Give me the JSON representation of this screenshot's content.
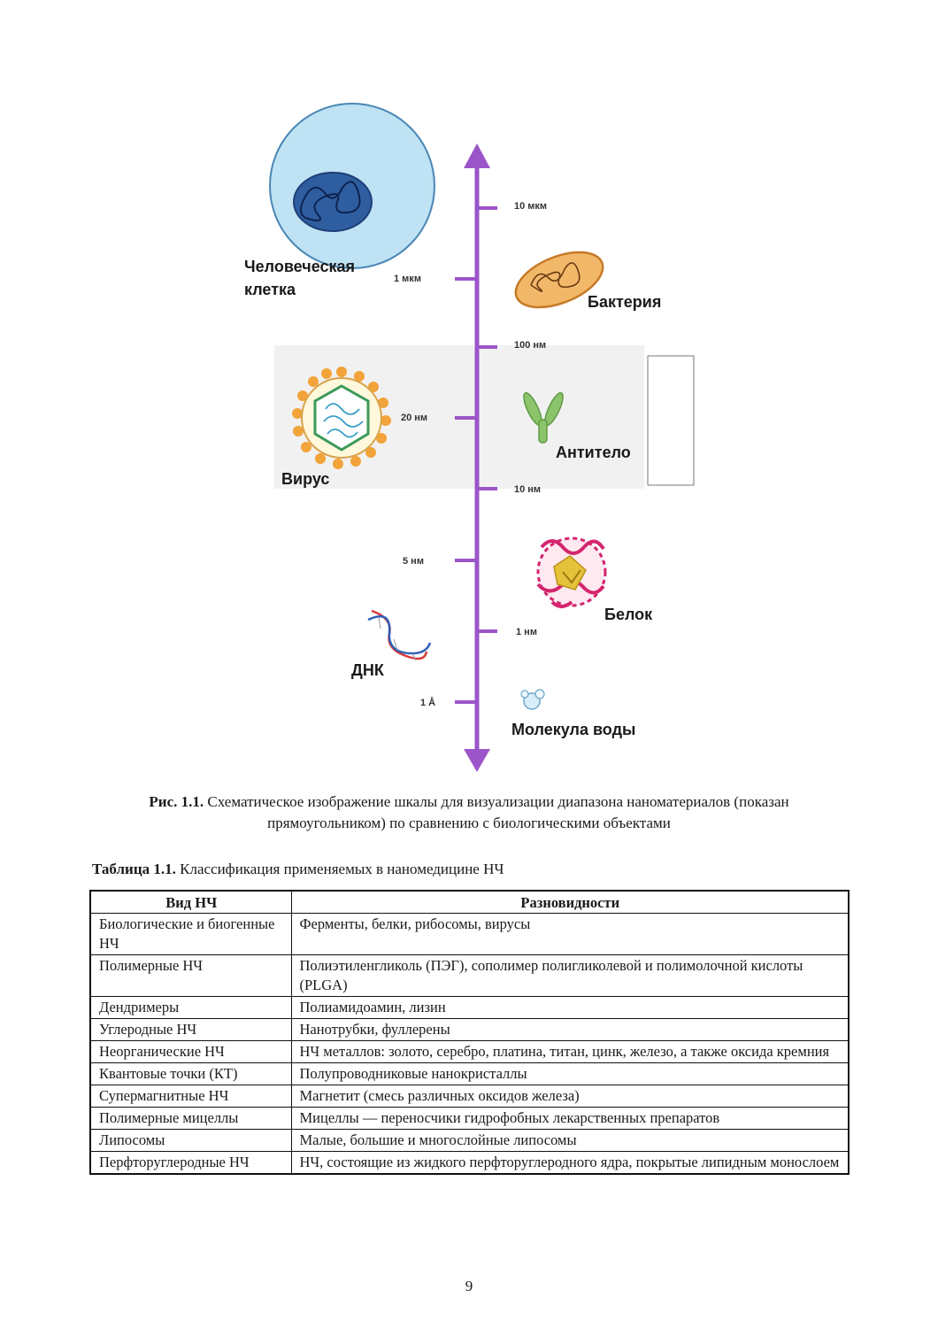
{
  "figure": {
    "labels": {
      "cell": [
        "Человеческая",
        "клетка"
      ],
      "bacteria": "Бактерия",
      "virus": "Вирус",
      "antibody": "Антитело",
      "protein": "Белок",
      "dna": "ДНК",
      "water": "Молекула воды"
    },
    "ticks": [
      "10 мкм",
      "1 мкм",
      "100 нм",
      "20 нм",
      "10 нм",
      "5 нм",
      "1 нм",
      "1 Å"
    ]
  },
  "caption": {
    "bold": "Рис. 1.1.",
    "text": " Схематическое изображение шкалы для визуализации диапазона наноматериалов (показан прямоугольником) по сравнению с биологическими объектами"
  },
  "table": {
    "title_bold": "Таблица 1.1.",
    "title_text": " Классификация применяемых в наномедицине НЧ",
    "headers": [
      "Вид НЧ",
      "Разновидности"
    ],
    "rows": [
      [
        "Биологические и биогенные НЧ",
        "Ферменты, белки, рибосомы, вирусы"
      ],
      [
        "Полимерные НЧ",
        "Полиэтиленгликоль (ПЭГ), сополимер полигликолевой и полимолочной кислоты (PLGA)"
      ],
      [
        "Дендримеры",
        "Полиамидоамин, лизин"
      ],
      [
        "Углеродные НЧ",
        "Нанотрубки, фуллерены"
      ],
      [
        "Неорганические НЧ",
        "НЧ металлов: золото, серебро, платина, титан, цинк, железо, а также оксида кремния"
      ],
      [
        "Квантовые точки (КТ)",
        "Полупроводниковые нанокристаллы"
      ],
      [
        "Супермагнитные НЧ",
        "Магнетит (смесь различных оксидов железа)"
      ],
      [
        "Полимерные мицеллы",
        "Мицеллы — переносчики гидрофобных лекарственных препаратов"
      ],
      [
        "Липосомы",
        "Малые, большие и многослойные липосомы"
      ],
      [
        "Перфторуглеродные НЧ",
        "НЧ, состоящие из жидкого перфторуглеродного ядра, покрытые липидным монослоем"
      ]
    ]
  },
  "page_number": "9",
  "colors": {
    "axis": "#9b55c9",
    "cell": "#bfe3f4",
    "bacteria": "#f2b86a",
    "virus_ring": "#f2a33a",
    "antibody": "#8cc46c",
    "protein": "#d4246e"
  }
}
